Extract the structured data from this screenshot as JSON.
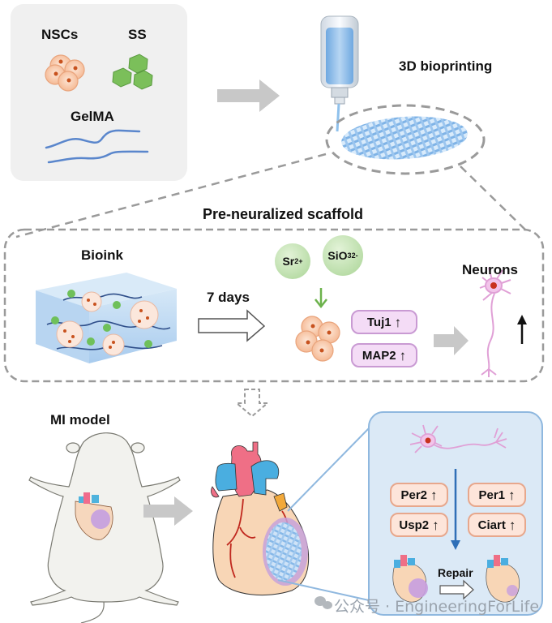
{
  "materials": {
    "nscs_label": "NSCs",
    "ss_label": "SS",
    "gelma_label": "GelMA"
  },
  "bioprinting": {
    "label": "3D bioprinting"
  },
  "scaffold": {
    "title": "Pre-neuralized scaffold",
    "bioink_label": "Bioink",
    "duration_label": "7 days",
    "ion1_label": "Sr2+",
    "ion1_base": "Sr",
    "ion1_sup": "2+",
    "ion2_base": "SiO",
    "ion2_sub": "3",
    "ion2_sup": "2-",
    "markers": [
      {
        "name": "Tuj1",
        "direction": "up"
      },
      {
        "name": "MAP2",
        "direction": "up"
      }
    ],
    "neurons_label": "Neurons",
    "neurons_direction": "up"
  },
  "mi": {
    "model_label": "MI model",
    "genes": [
      {
        "name": "Per2",
        "direction": "up"
      },
      {
        "name": "Per1",
        "direction": "up"
      },
      {
        "name": "Usp2",
        "direction": "up"
      },
      {
        "name": "Ciart",
        "direction": "up"
      }
    ],
    "repair_label": "Repair"
  },
  "icons": {
    "up_arrow": "↑"
  },
  "watermark": {
    "text": "公众号 · EngineeringForLife"
  },
  "colors": {
    "gray_panel": "#f0f0f0",
    "dash": "#9a9a9a",
    "arrow_gray": "#c8c8c8",
    "scaffold_blue": "#8fc1ec",
    "ss_green": "#6cb24c",
    "cell_orange": "#f7c7a7",
    "nucleus": "#c8521e",
    "neuron_pink": "#e6a3d8",
    "inset_bg": "#dbe9f6",
    "inset_border": "#8fb8df",
    "down_arrow_blue": "#2f6fb7"
  }
}
